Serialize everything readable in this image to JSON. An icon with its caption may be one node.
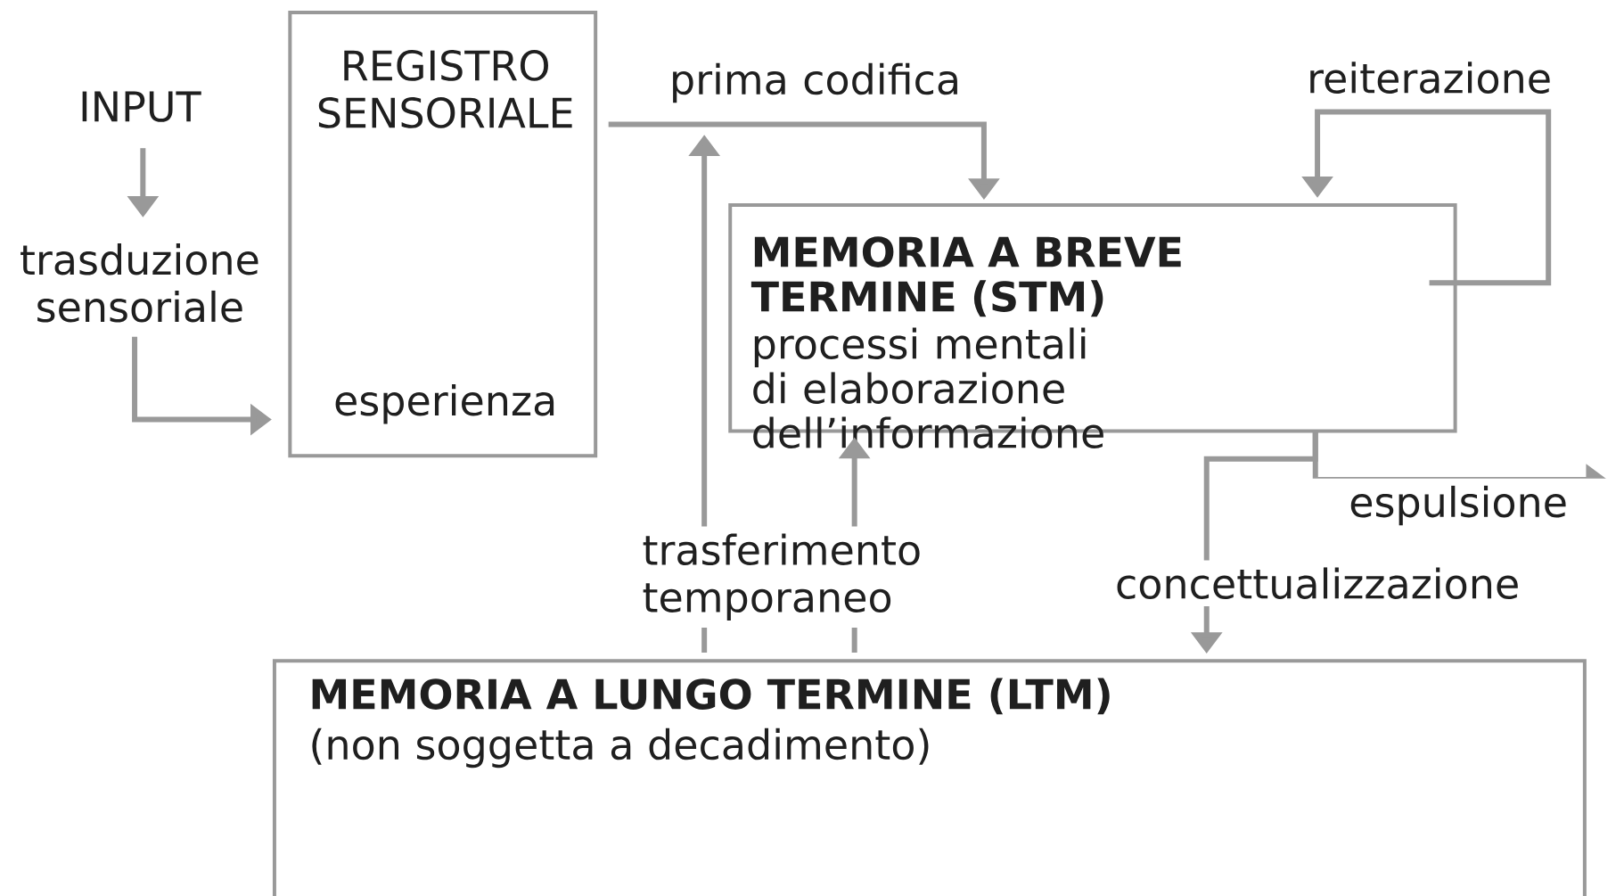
{
  "diagram": {
    "nodes": [
      {
        "text": [
          "INPUT"
        ]
      },
      {
        "text": [
          "trasduzione sensoriale"
        ]
      },
      {
        "text": [
          "REGISTRO SENSORIALE",
          "esperienza"
        ]
      },
      {
        "text": [
          "MEMORIA A BREVE TERMINE (STM)",
          "processi mentali di elaborazione dell’informazione"
        ]
      },
      {
        "text": [
          "MEMORIA A LUNGO TERMINE (LTM)",
          "(non soggetta a decadimento)"
        ]
      }
    ],
    "edges": [
      {
        "from": 0,
        "to": 1,
        "arrow": "to"
      },
      {
        "from": 1,
        "to": 2,
        "arrow": "to"
      },
      {
        "from": 2,
        "to": 3,
        "arrow": "to",
        "label": "prima codifica"
      },
      {
        "from": 3,
        "to": 3,
        "arrow": "to",
        "label": "reiterazione"
      },
      {
        "from": 4,
        "to": 3,
        "arrow": "to",
        "label": "trasferimento temporaneo"
      },
      {
        "from": 4,
        "to": null,
        "arrow": "to"
      },
      {
        "from": 3,
        "to": 4,
        "arrow": "to",
        "label": "concettualizzazione"
      },
      {
        "from": 3,
        "to": null,
        "arrow": "to",
        "label": "espulsione"
      }
    ]
  }
}
